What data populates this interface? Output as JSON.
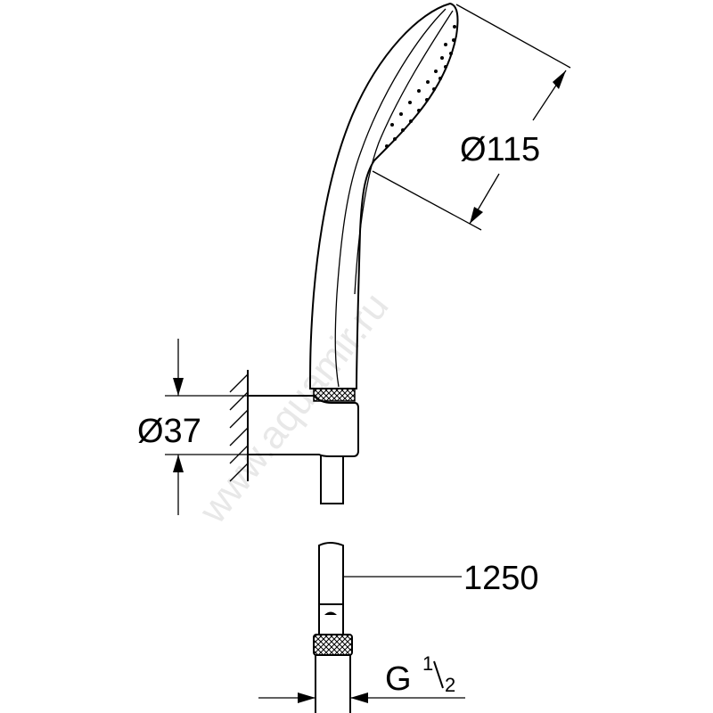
{
  "drawing": {
    "dimensions": {
      "head_diameter": "Ø115",
      "bracket_diameter": "Ø37",
      "hose_length": "1250",
      "thread_main": "G",
      "thread_num": "1",
      "thread_den": "2"
    },
    "watermark": "www.aquamir.ru",
    "colors": {
      "line": "#000000",
      "background": "#ffffff",
      "watermark": "#e8e8e8"
    }
  }
}
